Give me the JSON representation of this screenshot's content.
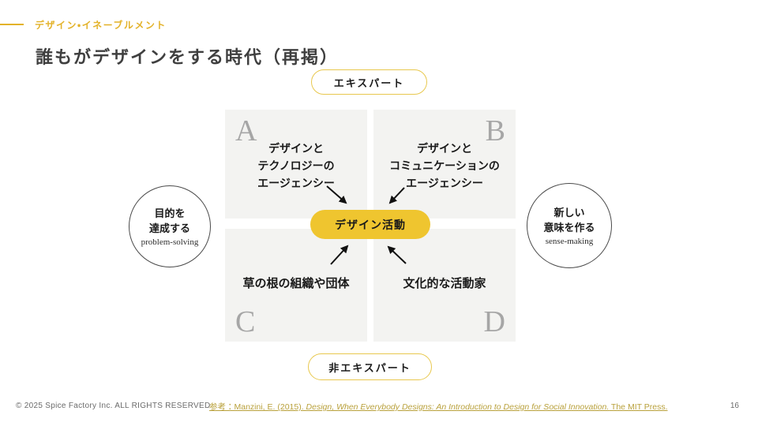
{
  "header": {
    "eyebrow": "デザイン・イネーブルメント",
    "title": "誰もがデザインをする時代（再掲）"
  },
  "diagram": {
    "axis_top": "エキスパート",
    "axis_bottom": "非エキスパート",
    "axis_left": {
      "jp": "目的を\n達成する",
      "en": "problem-solving"
    },
    "axis_right": {
      "jp": "新しい\n意味を作る",
      "en": "sense-making"
    },
    "center_label": "デザイン活動",
    "quadrants": [
      {
        "letter": "A",
        "label": "デザインと\nテクノロジーの\nエージェンシー"
      },
      {
        "letter": "B",
        "label": "デザインと\nコミュニケーションの\nエージェンシー"
      },
      {
        "letter": "C",
        "label": "草の根の組織や団体"
      },
      {
        "letter": "D",
        "label": "文化的な活動家"
      }
    ]
  },
  "footer": {
    "copyright": "© 2025  Spice Factory Inc. ALL RIGHTS RESERVED",
    "reference_prefix": "参考：Manzini, E. (2015). ",
    "reference_italic": "Design, When Everybody Designs: An Introduction to Design for Social Innovation.",
    "reference_suffix": " The MIT Press.",
    "page_number": "16"
  },
  "colors": {
    "accent_gold": "#E3B229",
    "center_pill_yellow": "#EFC52F",
    "pill_border_gold": "#E8C84E",
    "quadrant_gray": "#F3F3F1",
    "letter_gray": "#A6A6A6",
    "link_gold": "#B9A13C"
  }
}
